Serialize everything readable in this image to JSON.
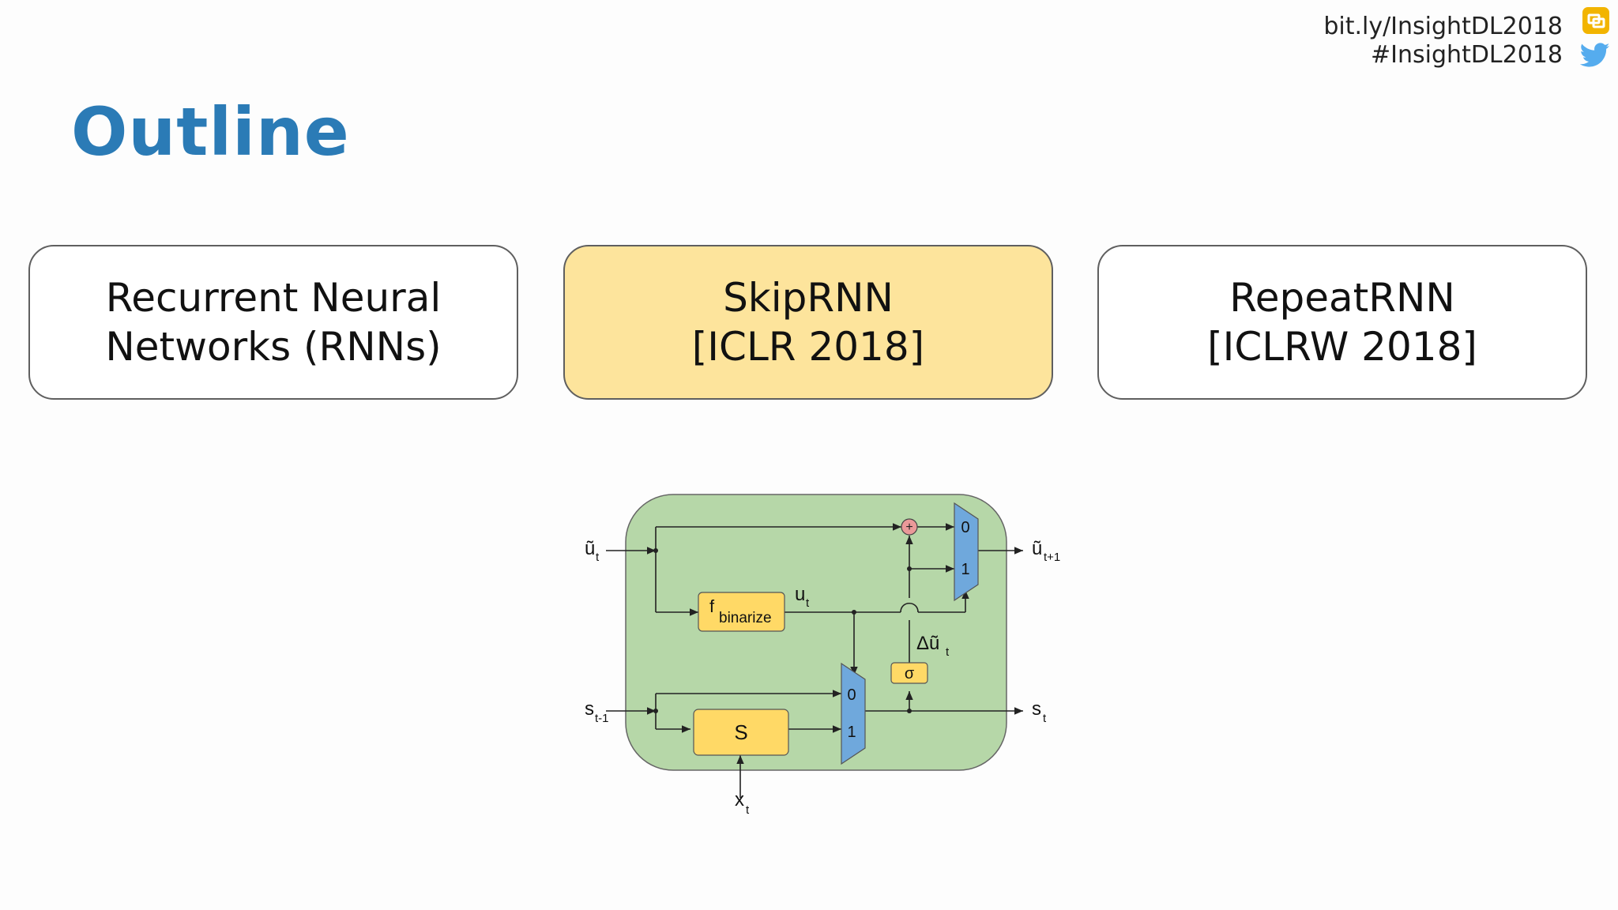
{
  "header": {
    "link_text": "bit.ly/InsightDL2018",
    "hashtag": "#InsightDL2018",
    "slides_icon": "google-slides-icon",
    "twitter_icon": "twitter-bird-icon"
  },
  "slide": {
    "title": "Outline",
    "title_color": "#2b7bb6",
    "boxes": [
      {
        "line1": "Recurrent Neural",
        "line2": "Networks (RNNs)",
        "active": false
      },
      {
        "line1": "SkipRNN",
        "line2": "[ICLR 2018]",
        "active": true
      },
      {
        "line1": "RepeatRNN",
        "line2": "[ICLRW 2018]",
        "active": false
      }
    ],
    "active_color": "#fde49c"
  },
  "diagram": {
    "labels": {
      "u_in": "ũ",
      "u_in_sub": "t",
      "u_out": "ũ",
      "u_out_sub": "t+1",
      "s_in": "s",
      "s_in_sub": "t-1",
      "s_out": "s",
      "s_out_sub": "t",
      "x": "x",
      "x_sub": "t",
      "u": "u",
      "u_sub": "t",
      "delta": "Δũ",
      "delta_sub": "t",
      "f": "f",
      "f_sub": "binarize",
      "sigma": "σ",
      "state": "S",
      "plus": "+",
      "mux_top_0": "0",
      "mux_top_1": "1",
      "mux_bot_0": "0",
      "mux_bot_1": "1"
    },
    "colors": {
      "cell": "#b6d7a8",
      "block": "#ffd966",
      "mux": "#6fa8dc",
      "adder": "#ea9999"
    }
  }
}
